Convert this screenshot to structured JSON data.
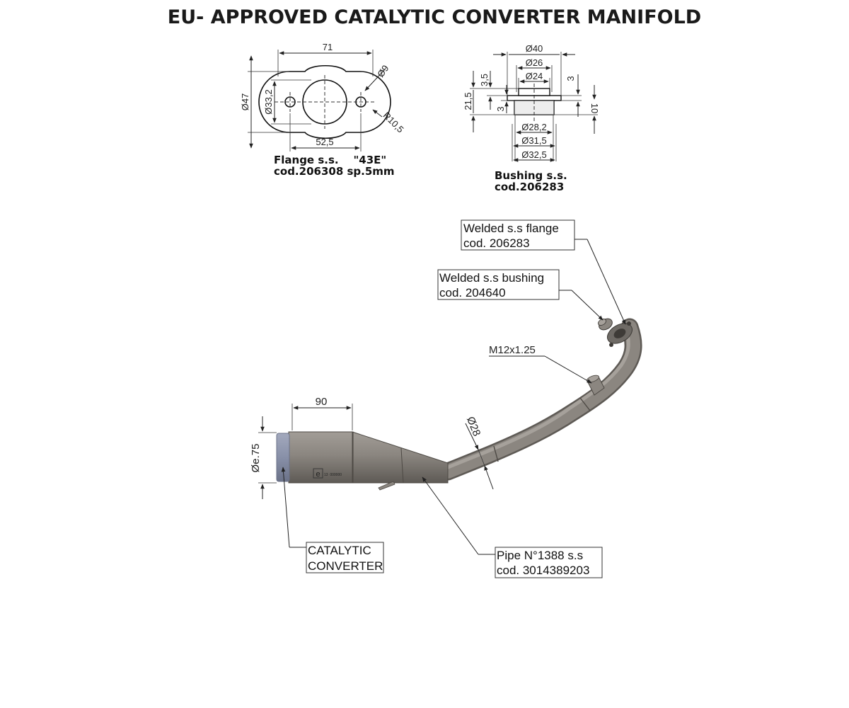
{
  "title": "EU- APPROVED CATALYTIC CONVERTER MANIFOLD",
  "flange": {
    "caption_line1": "Flange s.s.    \"43E\"",
    "caption_line2": "cod.206308 sp.5mm",
    "dim_width": "71",
    "dim_hole_spacing": "52,5",
    "dim_height": "Ø47",
    "dim_bore": "Ø33,2",
    "dim_hole": "Ø9",
    "dim_radius": "R10,5"
  },
  "bushing": {
    "caption_line1": "Bushing s.s.",
    "caption_line2": "cod.206283",
    "dim_d40": "Ø40",
    "dim_d26": "Ø26",
    "dim_d24": "Ø24",
    "dim_d28_2": "Ø28,2",
    "dim_d31_5": "Ø31,5",
    "dim_d32_5": "Ø32,5",
    "dim_21_5": "21,5",
    "dim_3_5": "3,5",
    "dim_3_left": "3",
    "dim_3_right": "3",
    "dim_10": "10"
  },
  "assembly": {
    "dim_90": "90",
    "dim_e75": "Øe.75",
    "dim_28": "Ø28",
    "thread_label": "M12x1.25",
    "e_mark": "e",
    "e_mark_code": "13  000000",
    "callouts": {
      "flange_line1": "Welded s.s flange",
      "flange_line2": "cod. 206283",
      "bushing_line1": "Welded s.s bushing",
      "bushing_line2": "cod. 204640",
      "catalytic_line1": "CATALYTIC",
      "catalytic_line2": "CONVERTER",
      "pipe_line1": "Pipe N°1388 s.s",
      "pipe_line2": "cod. 3014389203"
    }
  },
  "colors": {
    "pipe_metal": "#8b8680",
    "pipe_dark": "#5e5a55",
    "converter_inlet": "#8890a8"
  }
}
